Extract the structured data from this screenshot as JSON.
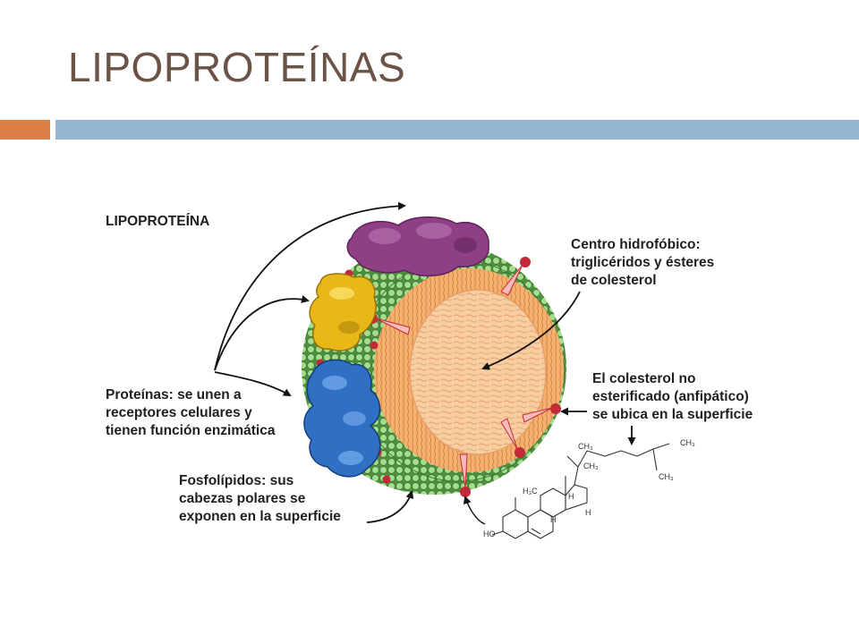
{
  "slide": {
    "title": "LIPOPROTEÍNAS"
  },
  "diagram": {
    "heading": "LIPOPROTEÍNA",
    "labels": {
      "core": [
        "Centro hidrofóbico:",
        "triglicéridos y ésteres",
        "de colesterol"
      ],
      "cholesterol": [
        "El colesterol no",
        "esterificado (anfipático)",
        "se ubica en la superficie"
      ],
      "proteins": [
        "Proteínas: se unen a",
        "receptores celulares y",
        "tienen función enzimática"
      ],
      "phospholipids": [
        "Fosfolípidos: sus",
        "cabezas polares se",
        "exponen en la superficie"
      ]
    },
    "structure_labels": {
      "ho": "HO",
      "h3c": "H₃C",
      "ch3_a": "CH₃",
      "ch3_b": "CH₃",
      "ch3_c": "CH₃",
      "ch3_d": "CH₃",
      "h_1": "H",
      "h_2": "H",
      "h_3": "H"
    },
    "colors": {
      "phospholipid_head": "#8fce7a",
      "phospholipid_tail": "#f2a65e",
      "core": "#f6c89a",
      "cholesterol": "#c42a3a",
      "protein_purple": "#8e3f86",
      "protein_yellow": "#e8b818",
      "protein_blue": "#2f6fc4"
    }
  }
}
